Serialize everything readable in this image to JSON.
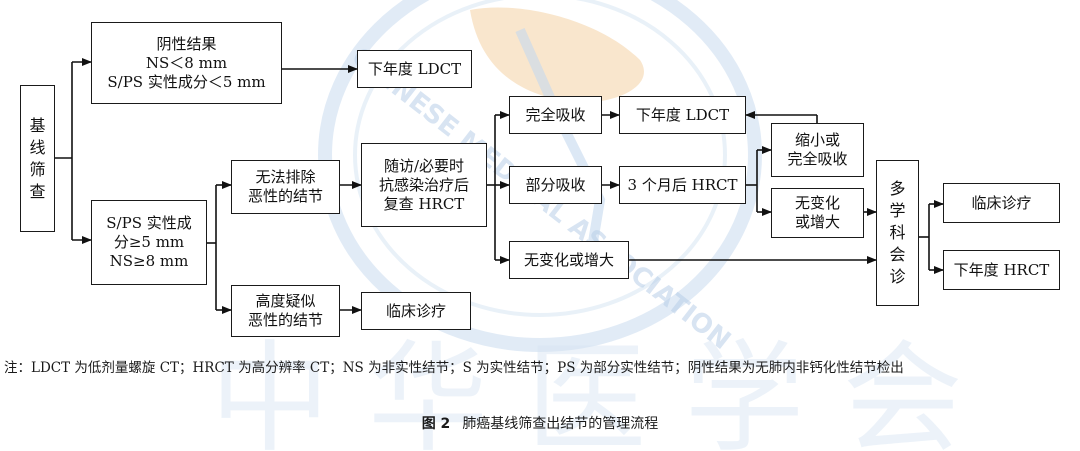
{
  "nodes": {
    "screening": "基\n线\n筛\n查",
    "negative": "阴性结果\nNS＜8 mm\nS/PS 实性成分＜5 mm",
    "ldct_1": "下年度 LDCT",
    "positive": "S/PS 实性成\n分≥5 mm\nNS≥8 mm",
    "cannot_exclude": "无法排除\n恶性的结节",
    "highly_suspect": "高度疑似\n恶性的结节",
    "followup": "随访/必要时\n抗感染治疗后\n复查 HRCT",
    "clinic_1": "临床诊疗",
    "complete_absorb": "完全吸收",
    "partial_absorb": "部分吸收",
    "no_change_grow_1": "无变化或增大",
    "ldct_2": "下年度 LDCT",
    "hrct_3m": "3 个月后 HRCT",
    "shrink": "缩小或\n完全吸收",
    "no_change_grow_2": "无变化\n或增大",
    "mdt": "多\n学\n科\n会\n诊",
    "clinic_2": "临床诊疗",
    "hrct_next": "下年度 HRCT"
  },
  "note": "注：LDCT 为低剂量螺旋 CT；HRCT 为高分辨率 CT；NS 为非实性结节；S 为实性结节；PS 为部分实性结节；阴性结果为无肺内非钙化性结节检出",
  "caption": {
    "label": "图 2",
    "title": "肺癌基线筛查出结节的管理流程"
  },
  "watermark": {
    "text": "CHINESE MEDICAL ASSOCIATION",
    "colors": {
      "blue": "#8fb3db",
      "orange": "#f2c89a"
    }
  }
}
